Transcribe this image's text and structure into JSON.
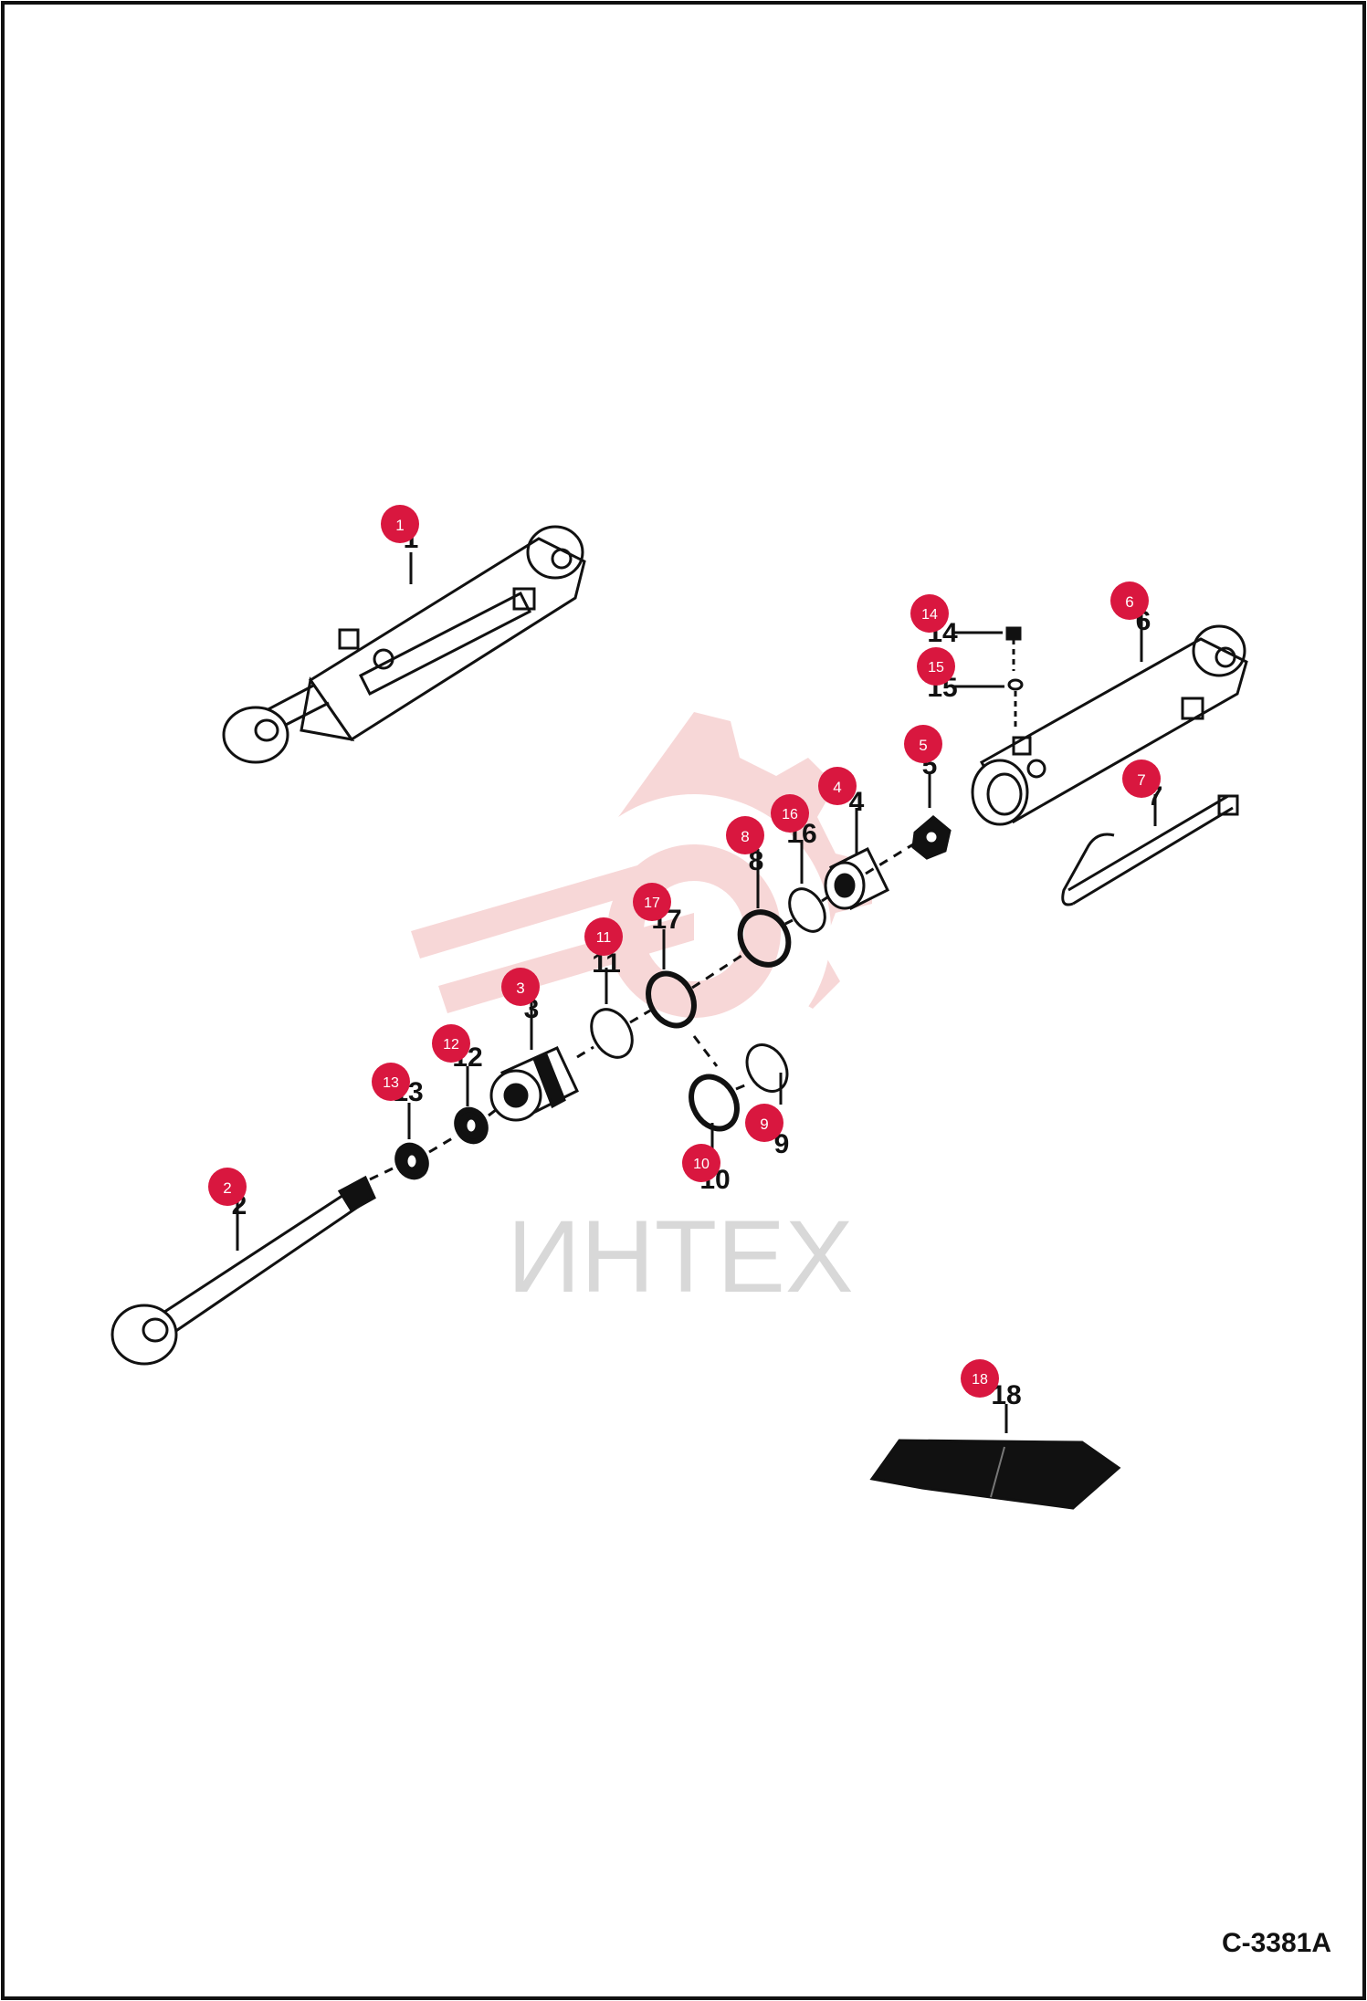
{
  "drawing_code": "C-3381A",
  "watermark_text": "ИНТЕХ",
  "colors": {
    "badge": "#d9173f",
    "badge_text": "#ffffff",
    "line": "#111111",
    "watermark": "#f2b8b8",
    "watermark_text": "#d8d8d8"
  },
  "callouts": [
    {
      "id": "1",
      "label": "1",
      "badge": "1"
    },
    {
      "id": "2",
      "label": "2",
      "badge": "2"
    },
    {
      "id": "3",
      "label": "3",
      "badge": "3"
    },
    {
      "id": "4",
      "label": "4",
      "badge": "4"
    },
    {
      "id": "5",
      "label": "5",
      "badge": "5"
    },
    {
      "id": "6",
      "label": "6",
      "badge": "6"
    },
    {
      "id": "7",
      "label": "7",
      "badge": "7"
    },
    {
      "id": "8",
      "label": "8",
      "badge": "8"
    },
    {
      "id": "9",
      "label": "9",
      "badge": "9"
    },
    {
      "id": "10",
      "label": "10",
      "badge": "10"
    },
    {
      "id": "11",
      "label": "11",
      "badge": "11"
    },
    {
      "id": "12",
      "label": "12",
      "badge": "12"
    },
    {
      "id": "13",
      "label": "13",
      "badge": "13"
    },
    {
      "id": "14",
      "label": "14",
      "badge": "14"
    },
    {
      "id": "15",
      "label": "15",
      "badge": "15"
    },
    {
      "id": "16",
      "label": "16",
      "badge": "16"
    },
    {
      "id": "17",
      "label": "17",
      "badge": "17"
    },
    {
      "id": "18",
      "label": "18",
      "badge": "18"
    }
  ]
}
